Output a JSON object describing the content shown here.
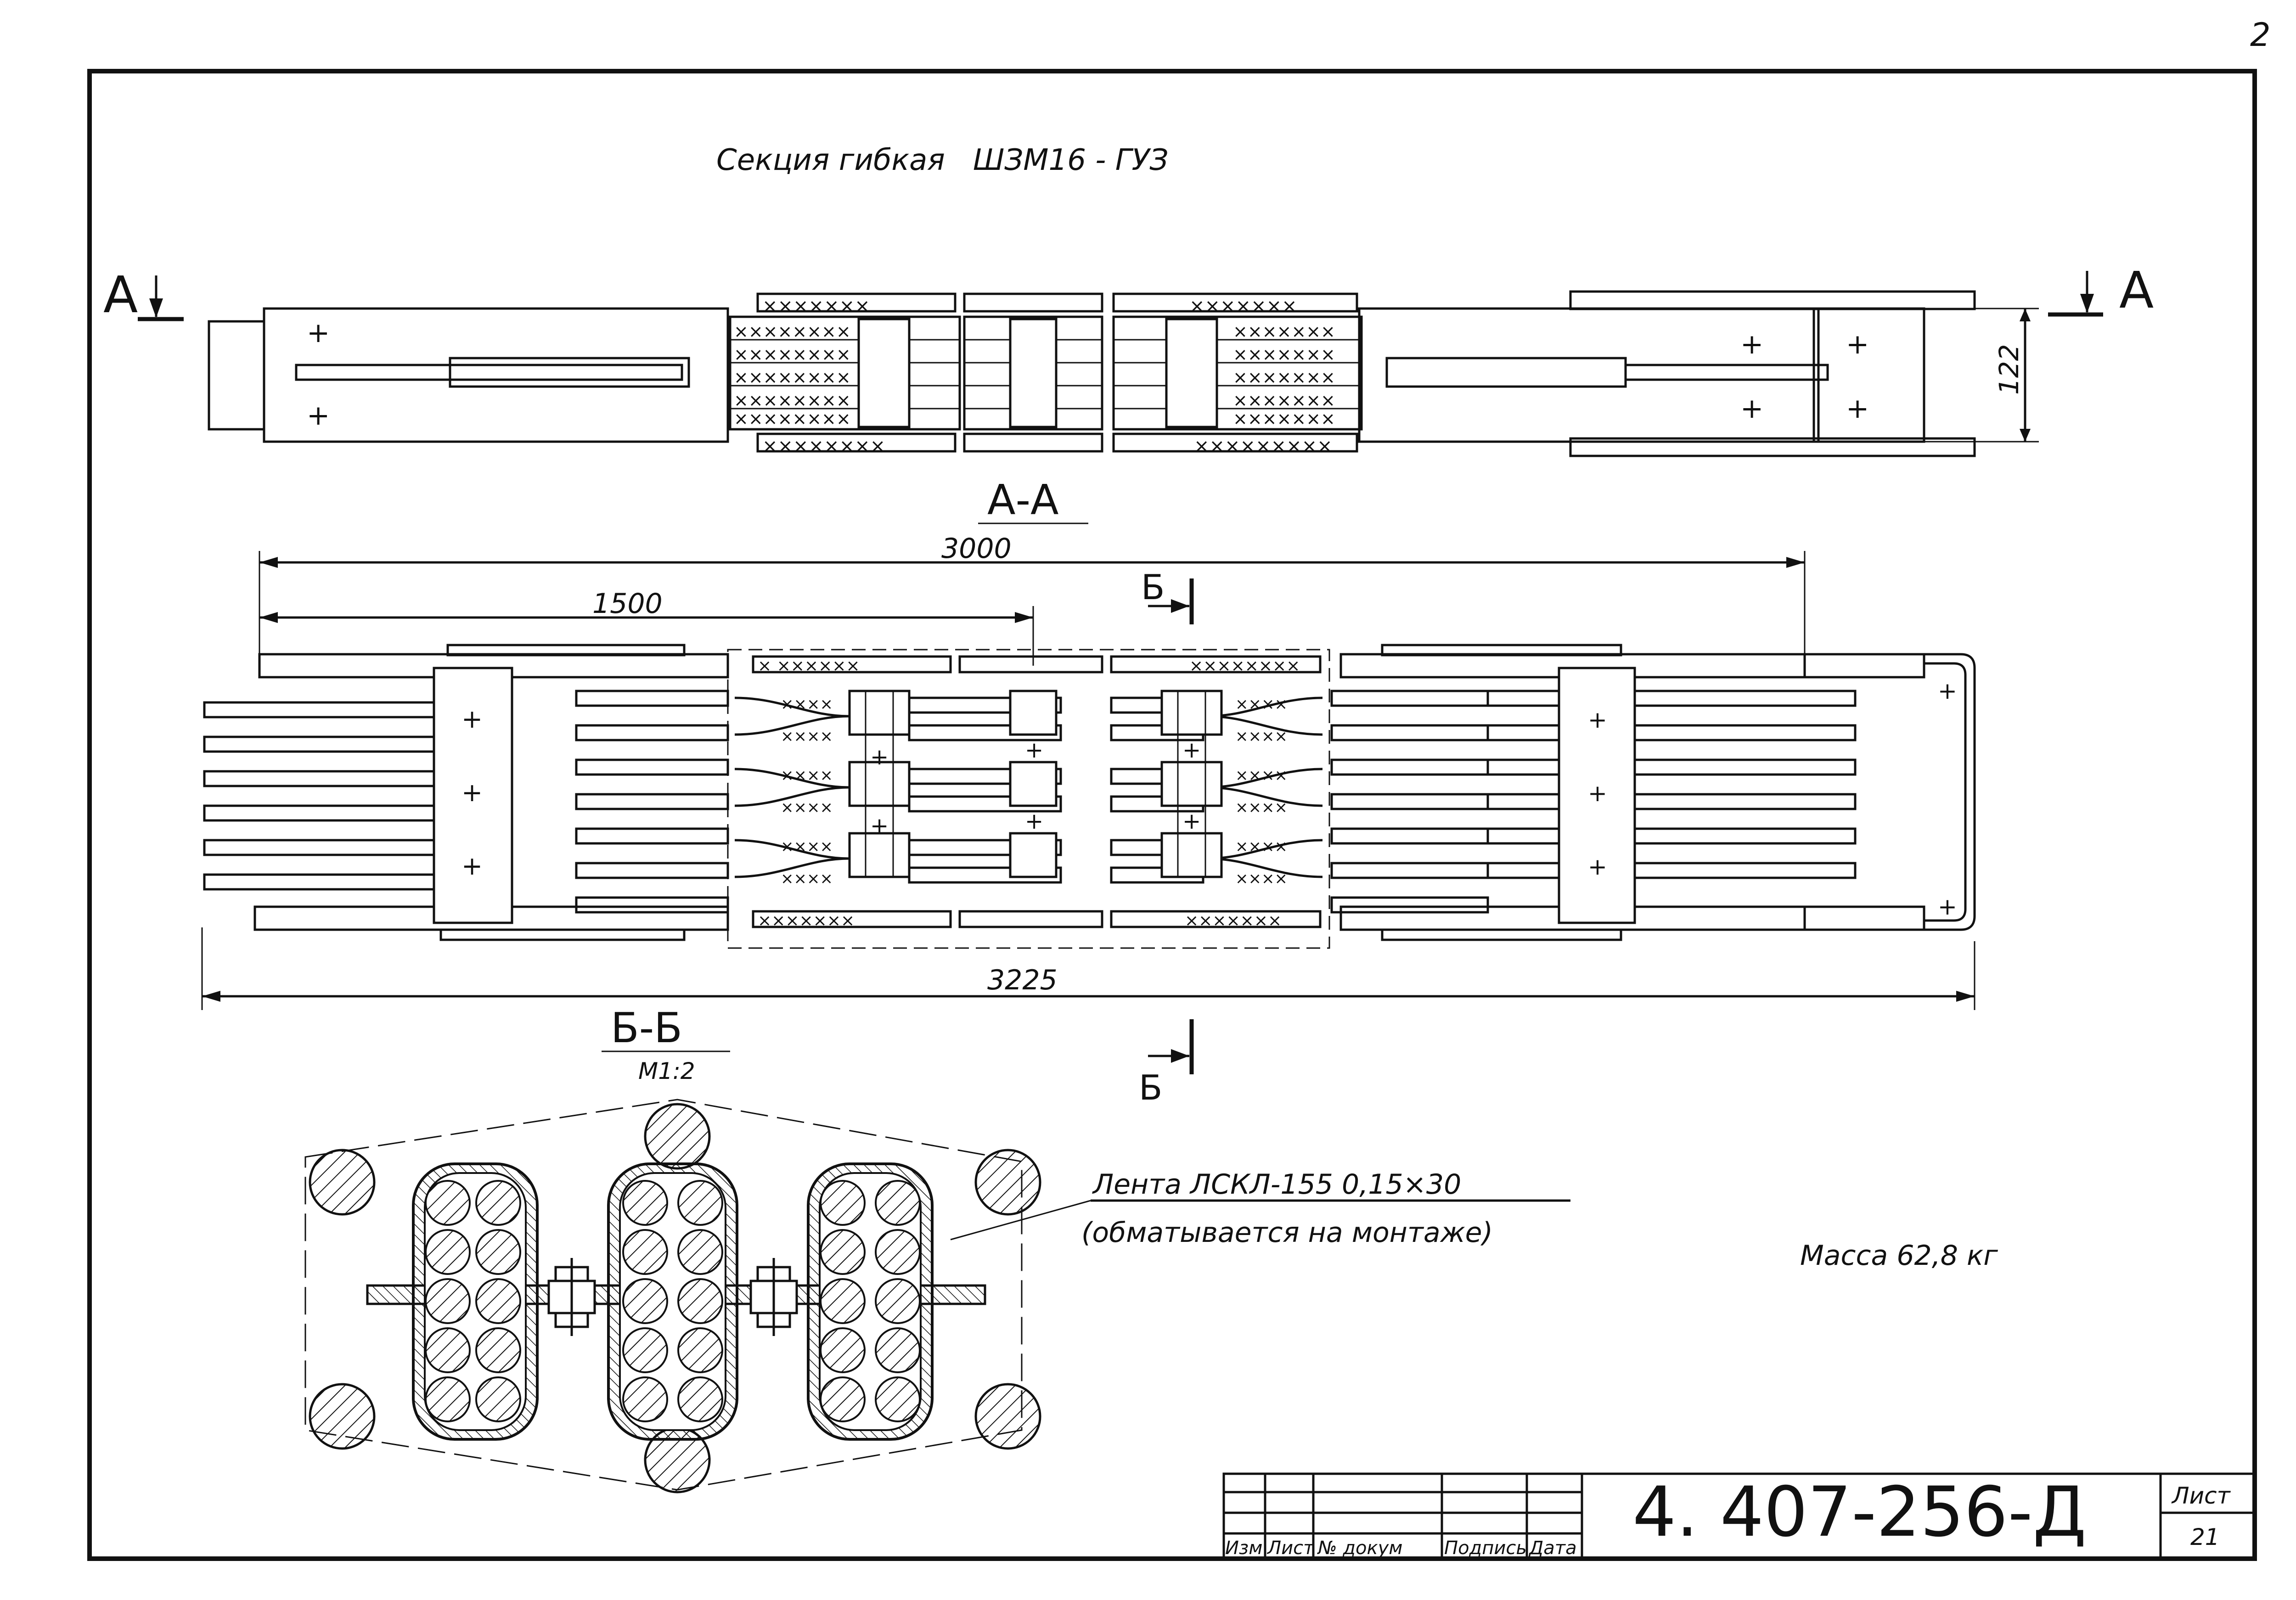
{
  "sheet": {
    "corner_mark": "2",
    "title": "Секция гибкая   ШЗМ16 - ГУЗ",
    "mass": "Масса 62,8 кг"
  },
  "plan_view": {
    "section_marker_left": "А",
    "section_marker_right": "А",
    "dim_height": "122"
  },
  "section_aa": {
    "label": "А-А",
    "dim_3000": "3000",
    "dim_1500": "1500",
    "dim_3225": "3225",
    "cut_marker_top": "Б",
    "cut_marker_bottom": "Б"
  },
  "section_bb": {
    "label": "Б-Б",
    "scale": "М1:2",
    "callout_line1": "Лента ЛСКЛ-155  0,15×30",
    "callout_line2": "(обматывается на монтаже)"
  },
  "title_block": {
    "headers": [
      "Изм",
      "Лист",
      "№ докум",
      "Подпись",
      "Дата"
    ],
    "designation": "4. 407-256-Д",
    "sheet_label": "Лист",
    "sheet_number": "21"
  },
  "colors": {
    "ink": "#111111",
    "paper": "#ffffff"
  }
}
